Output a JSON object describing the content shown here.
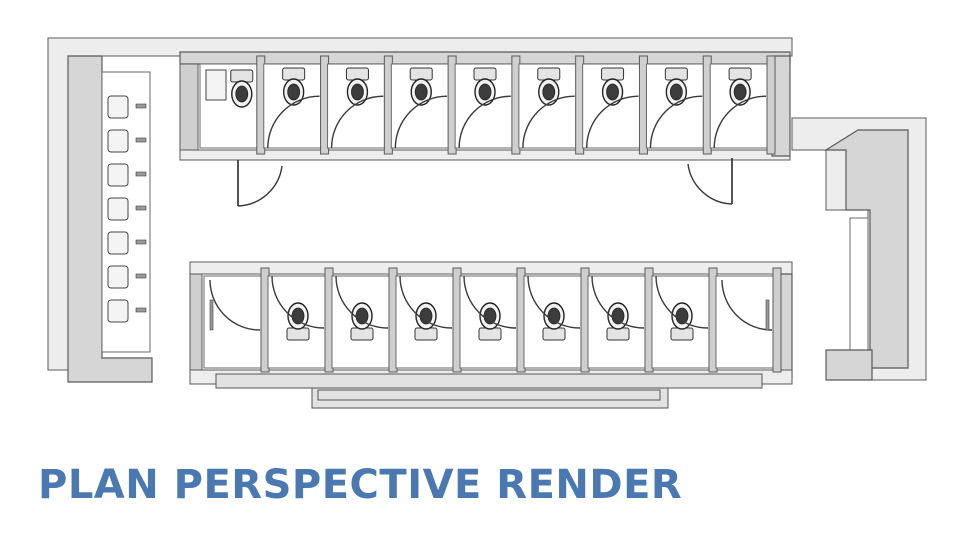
{
  "caption": {
    "text": "PLAN PERSPECTIVE RENDER",
    "color": "#4a78b0"
  },
  "plan": {
    "upper_stalls": 9,
    "lower_stalls": 9,
    "lavatory_sinks": 7
  }
}
